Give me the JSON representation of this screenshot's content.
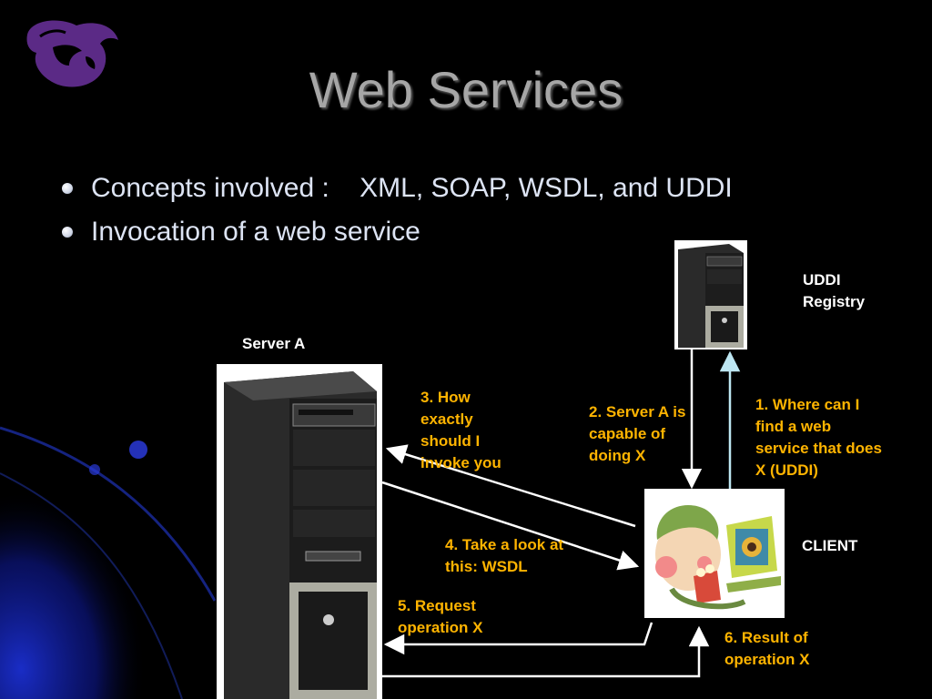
{
  "slide": {
    "title": "Web Services",
    "bullets": [
      "Concepts involved :    XML, SOAP, WSDL, and UDDI",
      "Invocation of a web service"
    ]
  },
  "diagram": {
    "labels": {
      "server_a": "Server A",
      "uddi": "UDDI Registry",
      "client": "CLIENT"
    },
    "steps": [
      "1. Where can I find a web service that does X (UDDI)",
      "2. Server A is capable of doing X",
      "3. How exactly should I invoke you",
      "4. Take a look at this: WSDL",
      "5. Request operation X",
      "6. Result of operation X"
    ]
  },
  "colors": {
    "background": "#000000",
    "step_text": "#ffb400",
    "title": "#a6a6a6",
    "logo": "#5b2a86",
    "uddi_arrow_up": "#bde6f2"
  },
  "icons": [
    "wildcat-logo-icon",
    "server-tower-icon",
    "uddi-server-icon",
    "client-clipart-icon"
  ]
}
